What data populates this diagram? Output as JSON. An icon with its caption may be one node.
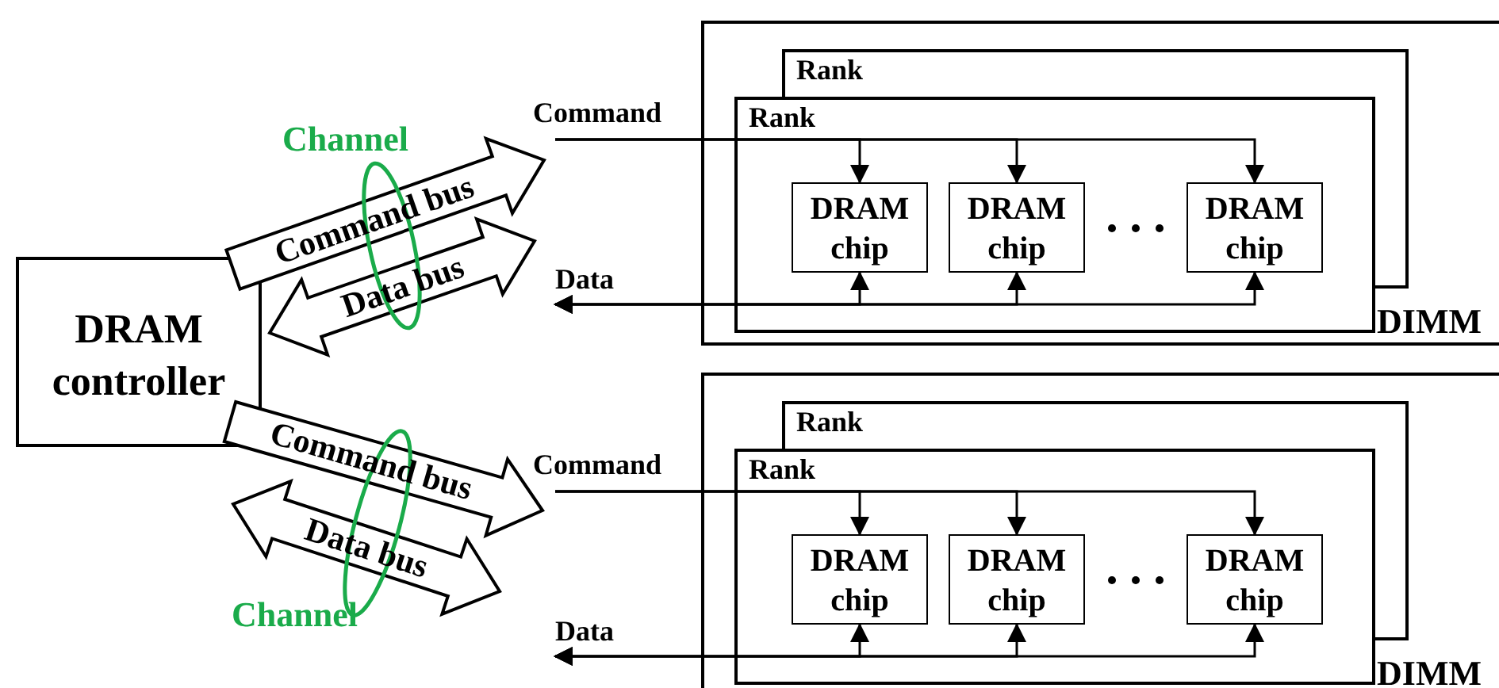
{
  "diagram": {
    "nodes": [
      {
        "text": [
          "DRAM controller"
        ]
      },
      {
        "text": [
          "DIMM"
        ]
      },
      {
        "text": [
          "Rank"
        ],
        "in": 1
      },
      {
        "text": [
          "Rank"
        ],
        "in": 1
      },
      {
        "text": [
          "DRAM chip"
        ],
        "in": 3
      },
      {
        "text": [
          "DRAM chip"
        ],
        "in": 3
      },
      {
        "text": [
          "DRAM chip"
        ],
        "in": 3
      },
      {
        "text": [
          "Command"
        ]
      },
      {
        "text": [
          "Data"
        ]
      },
      {
        "text": [
          "DIMM"
        ]
      },
      {
        "text": [
          "Rank"
        ],
        "in": 9
      },
      {
        "text": [
          "Rank"
        ],
        "in": 9
      },
      {
        "text": [
          "DRAM chip"
        ],
        "in": 11
      },
      {
        "text": [
          "DRAM chip"
        ],
        "in": 11
      },
      {
        "text": [
          "DRAM chip"
        ],
        "in": 11
      },
      {
        "text": [
          "Command"
        ]
      },
      {
        "text": [
          "Data"
        ]
      },
      {
        "text": [
          "Channel"
        ]
      },
      {
        "text": [
          "Channel"
        ]
      }
    ],
    "edges": [
      {
        "from": 0,
        "to": 7,
        "arrow": "to",
        "label": "Command bus",
        "style": "thick"
      },
      {
        "from": 0,
        "to": 8,
        "arrow": "both",
        "label": "Data bus",
        "style": "thick"
      },
      {
        "from": 7,
        "to": 4,
        "arrow": "to"
      },
      {
        "from": 7,
        "to": 5,
        "arrow": "to"
      },
      {
        "from": 7,
        "to": 6,
        "arrow": "to"
      },
      {
        "from": 4,
        "to": 8,
        "arrow": "both"
      },
      {
        "from": 5,
        "to": 8,
        "arrow": "both"
      },
      {
        "from": 6,
        "to": 8,
        "arrow": "both"
      },
      {
        "from": 0,
        "to": 15,
        "arrow": "to",
        "label": "Command bus",
        "style": "thick"
      },
      {
        "from": 0,
        "to": 16,
        "arrow": "both",
        "label": "Data bus",
        "style": "thick"
      },
      {
        "from": 15,
        "to": 12,
        "arrow": "to"
      },
      {
        "from": 15,
        "to": 13,
        "arrow": "to"
      },
      {
        "from": 15,
        "to": 14,
        "arrow": "to"
      },
      {
        "from": 12,
        "to": 16,
        "arrow": "both"
      },
      {
        "from": 13,
        "to": 16,
        "arrow": "both"
      },
      {
        "from": 14,
        "to": 16,
        "arrow": "both"
      }
    ]
  }
}
